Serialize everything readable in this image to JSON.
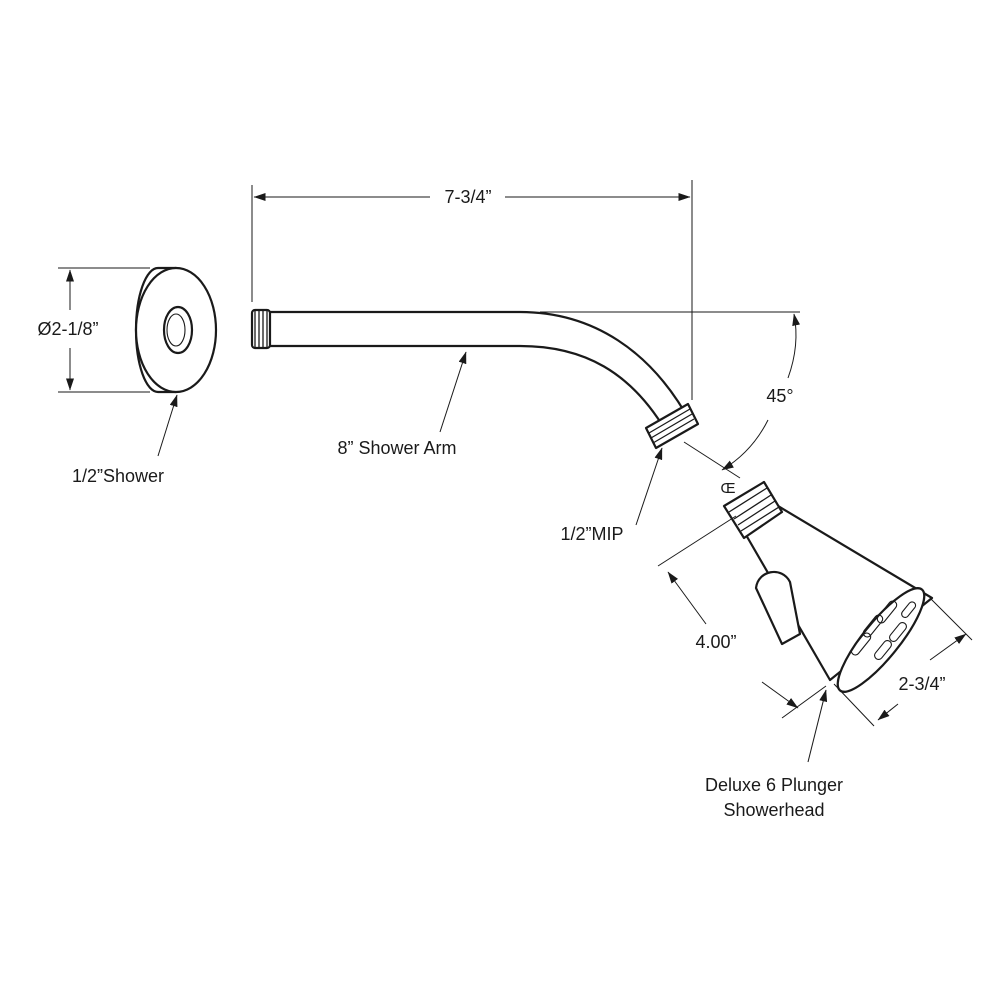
{
  "labels": {
    "arm_length": "7-3/4”",
    "flange_diameter": "Ø2-1/8”",
    "flange_name": "1/2”Shower",
    "arm_name": "8” Shower Arm",
    "angle": "45°",
    "centerline_symbol": "Œ",
    "thread_spec": "1/2”MIP",
    "head_length": "4.00”",
    "head_diameter": "2-3/4”",
    "head_name_line1": "Deluxe 6 Plunger",
    "head_name_line2": "Showerhead"
  },
  "colors": {
    "ink": "#1a1a1a",
    "paper": "#ffffff"
  }
}
